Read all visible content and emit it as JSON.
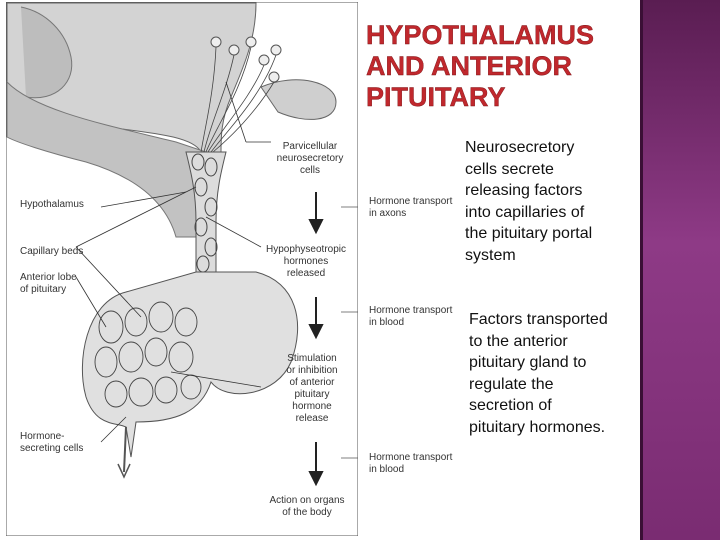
{
  "title": "HYPOTHALAMUS\nAND ANTERIOR\nPITUITARY",
  "body": {
    "paragraph_1": "Neurosecretory\n cells secrete\n releasing factors\n into capillaries of\n the pituitary portal\n system",
    "paragraph_2": "Factors transported\nto the anterior\npituitary gland to\nregulate the\nsecretion of\npituitary hormones."
  },
  "diagram": {
    "labels": {
      "parvicellular": "Parvicellular\nneurosecretory\ncells",
      "hypothalamus": "Hypothalamus",
      "hormone_transport_axons": "Hormone transport\nin axons",
      "capillary_beds": "Capillary beds",
      "hypophyseotropic": "Hypophyseotropic\nhormones\nreleased",
      "anterior_lobe": "Anterior lobe\nof pituitary",
      "hormone_transport_blood_1": "Hormone transport\nin blood",
      "stimulation": "Stimulation\nor inhibition\nof anterior\npituitary\nhormone\nrelease",
      "hormone_secreting": "Hormone-\nsecreting cells",
      "hormone_transport_blood_2": "Hormone transport\nin blood",
      "action_on_organs": "Action on organs\nof the body"
    }
  },
  "colors": {
    "title": "#c0282d",
    "sidebar": "#7a2c72",
    "diagram_shade": "#c8c8c8",
    "diagram_line": "#333333"
  }
}
